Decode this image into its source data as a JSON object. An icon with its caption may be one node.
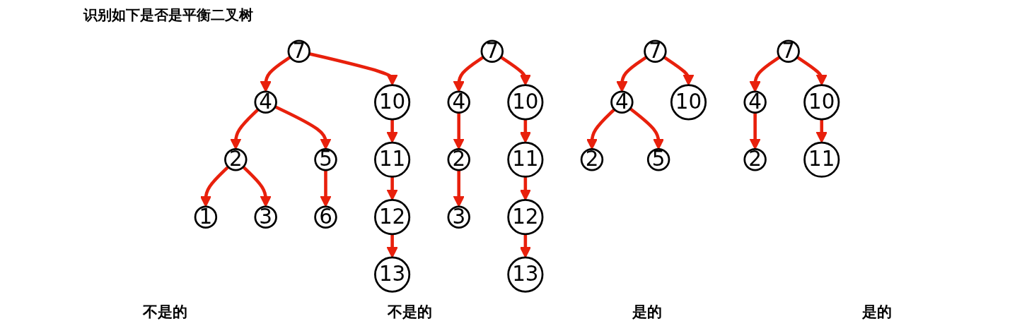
{
  "diagram": {
    "title": "识别如下是否是平衡二叉树",
    "nodes": [
      {
        "text": [
          "7"
        ]
      },
      {
        "text": [
          "4"
        ]
      },
      {
        "text": [
          "10"
        ]
      },
      {
        "text": [
          "2"
        ]
      },
      {
        "text": [
          "5"
        ]
      },
      {
        "text": [
          "11"
        ]
      },
      {
        "text": [
          "1"
        ]
      },
      {
        "text": [
          "3"
        ]
      },
      {
        "text": [
          "6"
        ]
      },
      {
        "text": [
          "12"
        ]
      },
      {
        "text": [
          "13"
        ]
      },
      {
        "text": [
          "7"
        ]
      },
      {
        "text": [
          "4"
        ]
      },
      {
        "text": [
          "10"
        ]
      },
      {
        "text": [
          "2"
        ]
      },
      {
        "text": [
          "11"
        ]
      },
      {
        "text": [
          "3"
        ]
      },
      {
        "text": [
          "12"
        ]
      },
      {
        "text": [
          "13"
        ]
      },
      {
        "text": [
          "7"
        ]
      },
      {
        "text": [
          "4"
        ]
      },
      {
        "text": [
          "10"
        ]
      },
      {
        "text": [
          "2"
        ]
      },
      {
        "text": [
          "5"
        ]
      },
      {
        "text": [
          "7"
        ]
      },
      {
        "text": [
          "4"
        ]
      },
      {
        "text": [
          "10"
        ]
      },
      {
        "text": [
          "2"
        ]
      },
      {
        "text": [
          "11"
        ]
      }
    ],
    "edges": [
      {
        "from": 0,
        "to": 1,
        "arrow": "to"
      },
      {
        "from": 0,
        "to": 2,
        "arrow": "to"
      },
      {
        "from": 1,
        "to": 3,
        "arrow": "to"
      },
      {
        "from": 1,
        "to": 4,
        "arrow": "to"
      },
      {
        "from": 2,
        "to": 5,
        "arrow": "to"
      },
      {
        "from": 3,
        "to": 6,
        "arrow": "to"
      },
      {
        "from": 3,
        "to": 7,
        "arrow": "to"
      },
      {
        "from": 4,
        "to": 8,
        "arrow": "to"
      },
      {
        "from": 5,
        "to": 9,
        "arrow": "to"
      },
      {
        "from": 9,
        "to": 10,
        "arrow": "to"
      },
      {
        "from": 11,
        "to": 12,
        "arrow": "to"
      },
      {
        "from": 11,
        "to": 13,
        "arrow": "to"
      },
      {
        "from": 12,
        "to": 14,
        "arrow": "to"
      },
      {
        "from": 13,
        "to": 15,
        "arrow": "to"
      },
      {
        "from": 14,
        "to": 16,
        "arrow": "to"
      },
      {
        "from": 15,
        "to": 17,
        "arrow": "to"
      },
      {
        "from": 17,
        "to": 18,
        "arrow": "to"
      },
      {
        "from": 19,
        "to": 20,
        "arrow": "to"
      },
      {
        "from": 19,
        "to": 21,
        "arrow": "to"
      },
      {
        "from": 20,
        "to": 22,
        "arrow": "to"
      },
      {
        "from": 20,
        "to": 23,
        "arrow": "to"
      },
      {
        "from": 24,
        "to": 25,
        "arrow": "to"
      },
      {
        "from": 24,
        "to": 26,
        "arrow": "to"
      },
      {
        "from": 25,
        "to": 27,
        "arrow": "to"
      },
      {
        "from": 26,
        "to": 28,
        "arrow": "to"
      }
    ],
    "labels": [
      "不是的",
      "不是的",
      "是的",
      "是的"
    ]
  }
}
